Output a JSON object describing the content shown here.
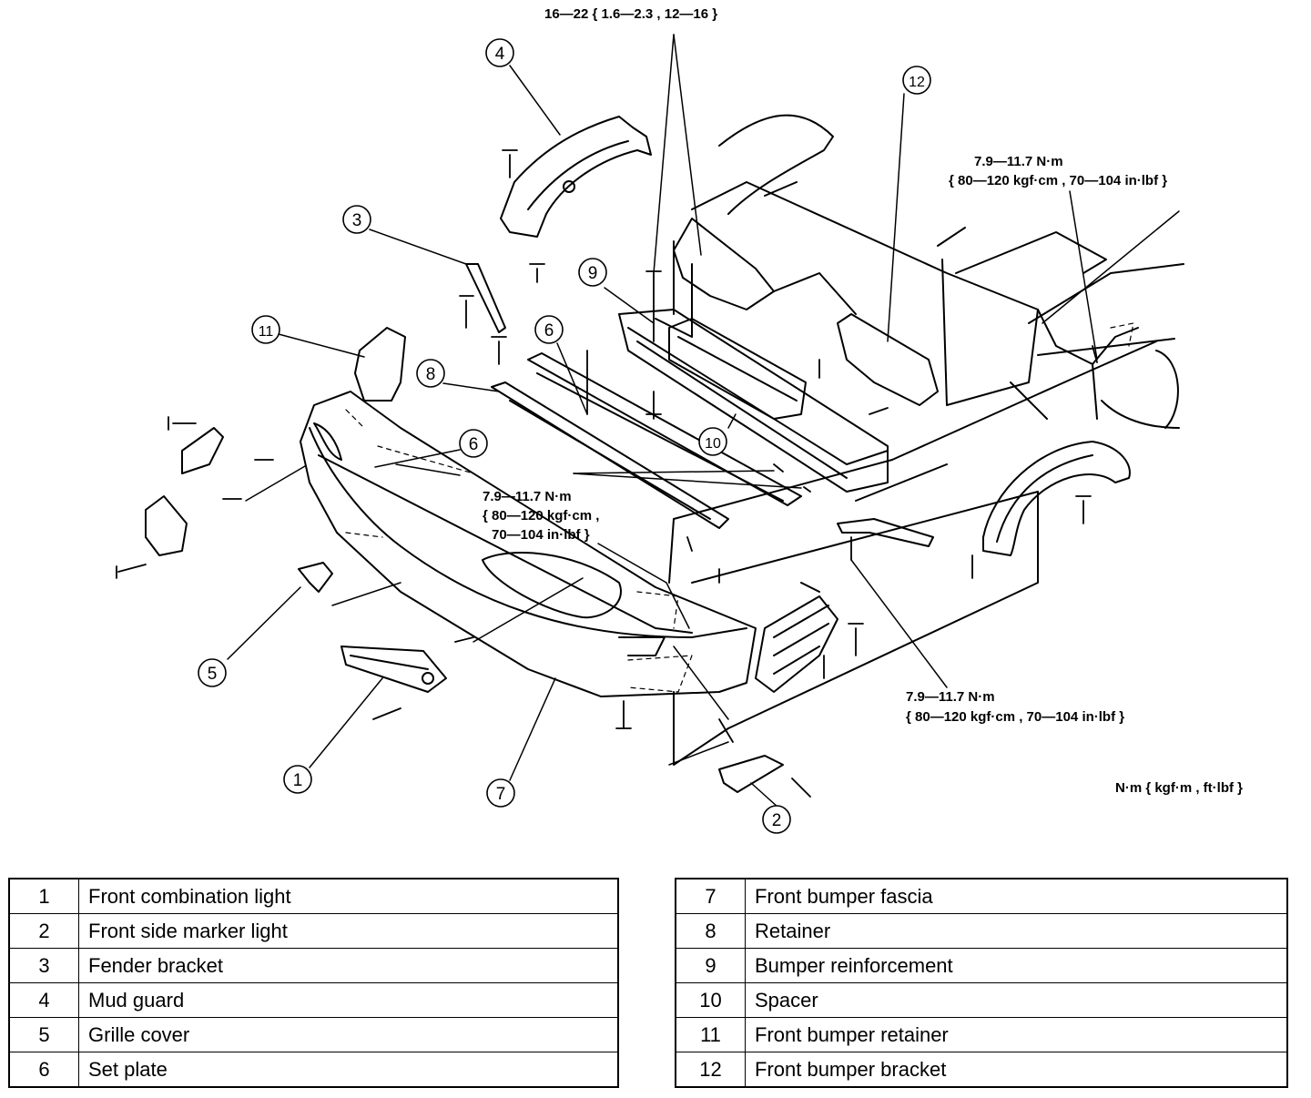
{
  "torque_specs": {
    "top": "16—22 { 1.6—2.3 , 12—16 }",
    "right_upper_1": "7.9—11.7 N·m",
    "right_upper_2": "{ 80—120 kgf·cm , 70—104 in·lbf }",
    "center_1": "7.9—11.7 N·m",
    "center_2": "{ 80—120 kgf·cm ,",
    "center_3": "70—104 in·lbf }",
    "right_lower_1": "7.9—11.7 N·m",
    "right_lower_2": "{ 80—120 kgf·cm , 70—104 in·lbf }"
  },
  "units_note": "N·m { kgf·m , ft·lbf }",
  "callouts": {
    "c1": "1",
    "c2": "2",
    "c3": "3",
    "c4": "4",
    "c5": "5",
    "c6a": "6",
    "c6b": "6",
    "c7": "7",
    "c8": "8",
    "c9": "9",
    "c10": "10",
    "c11": "11",
    "c12": "12"
  },
  "legend_left": [
    {
      "num": "1",
      "name": "Front combination light"
    },
    {
      "num": "2",
      "name": "Front side marker light"
    },
    {
      "num": "3",
      "name": "Fender bracket"
    },
    {
      "num": "4",
      "name": "Mud guard"
    },
    {
      "num": "5",
      "name": "Grille cover"
    },
    {
      "num": "6",
      "name": "Set plate"
    }
  ],
  "legend_right": [
    {
      "num": "7",
      "name": "Front bumper fascia"
    },
    {
      "num": "8",
      "name": "Retainer"
    },
    {
      "num": "9",
      "name": "Bumper reinforcement"
    },
    {
      "num": "10",
      "name": "Spacer"
    },
    {
      "num": "11",
      "name": "Front bumper retainer"
    },
    {
      "num": "12",
      "name": "Front bumper bracket"
    }
  ]
}
